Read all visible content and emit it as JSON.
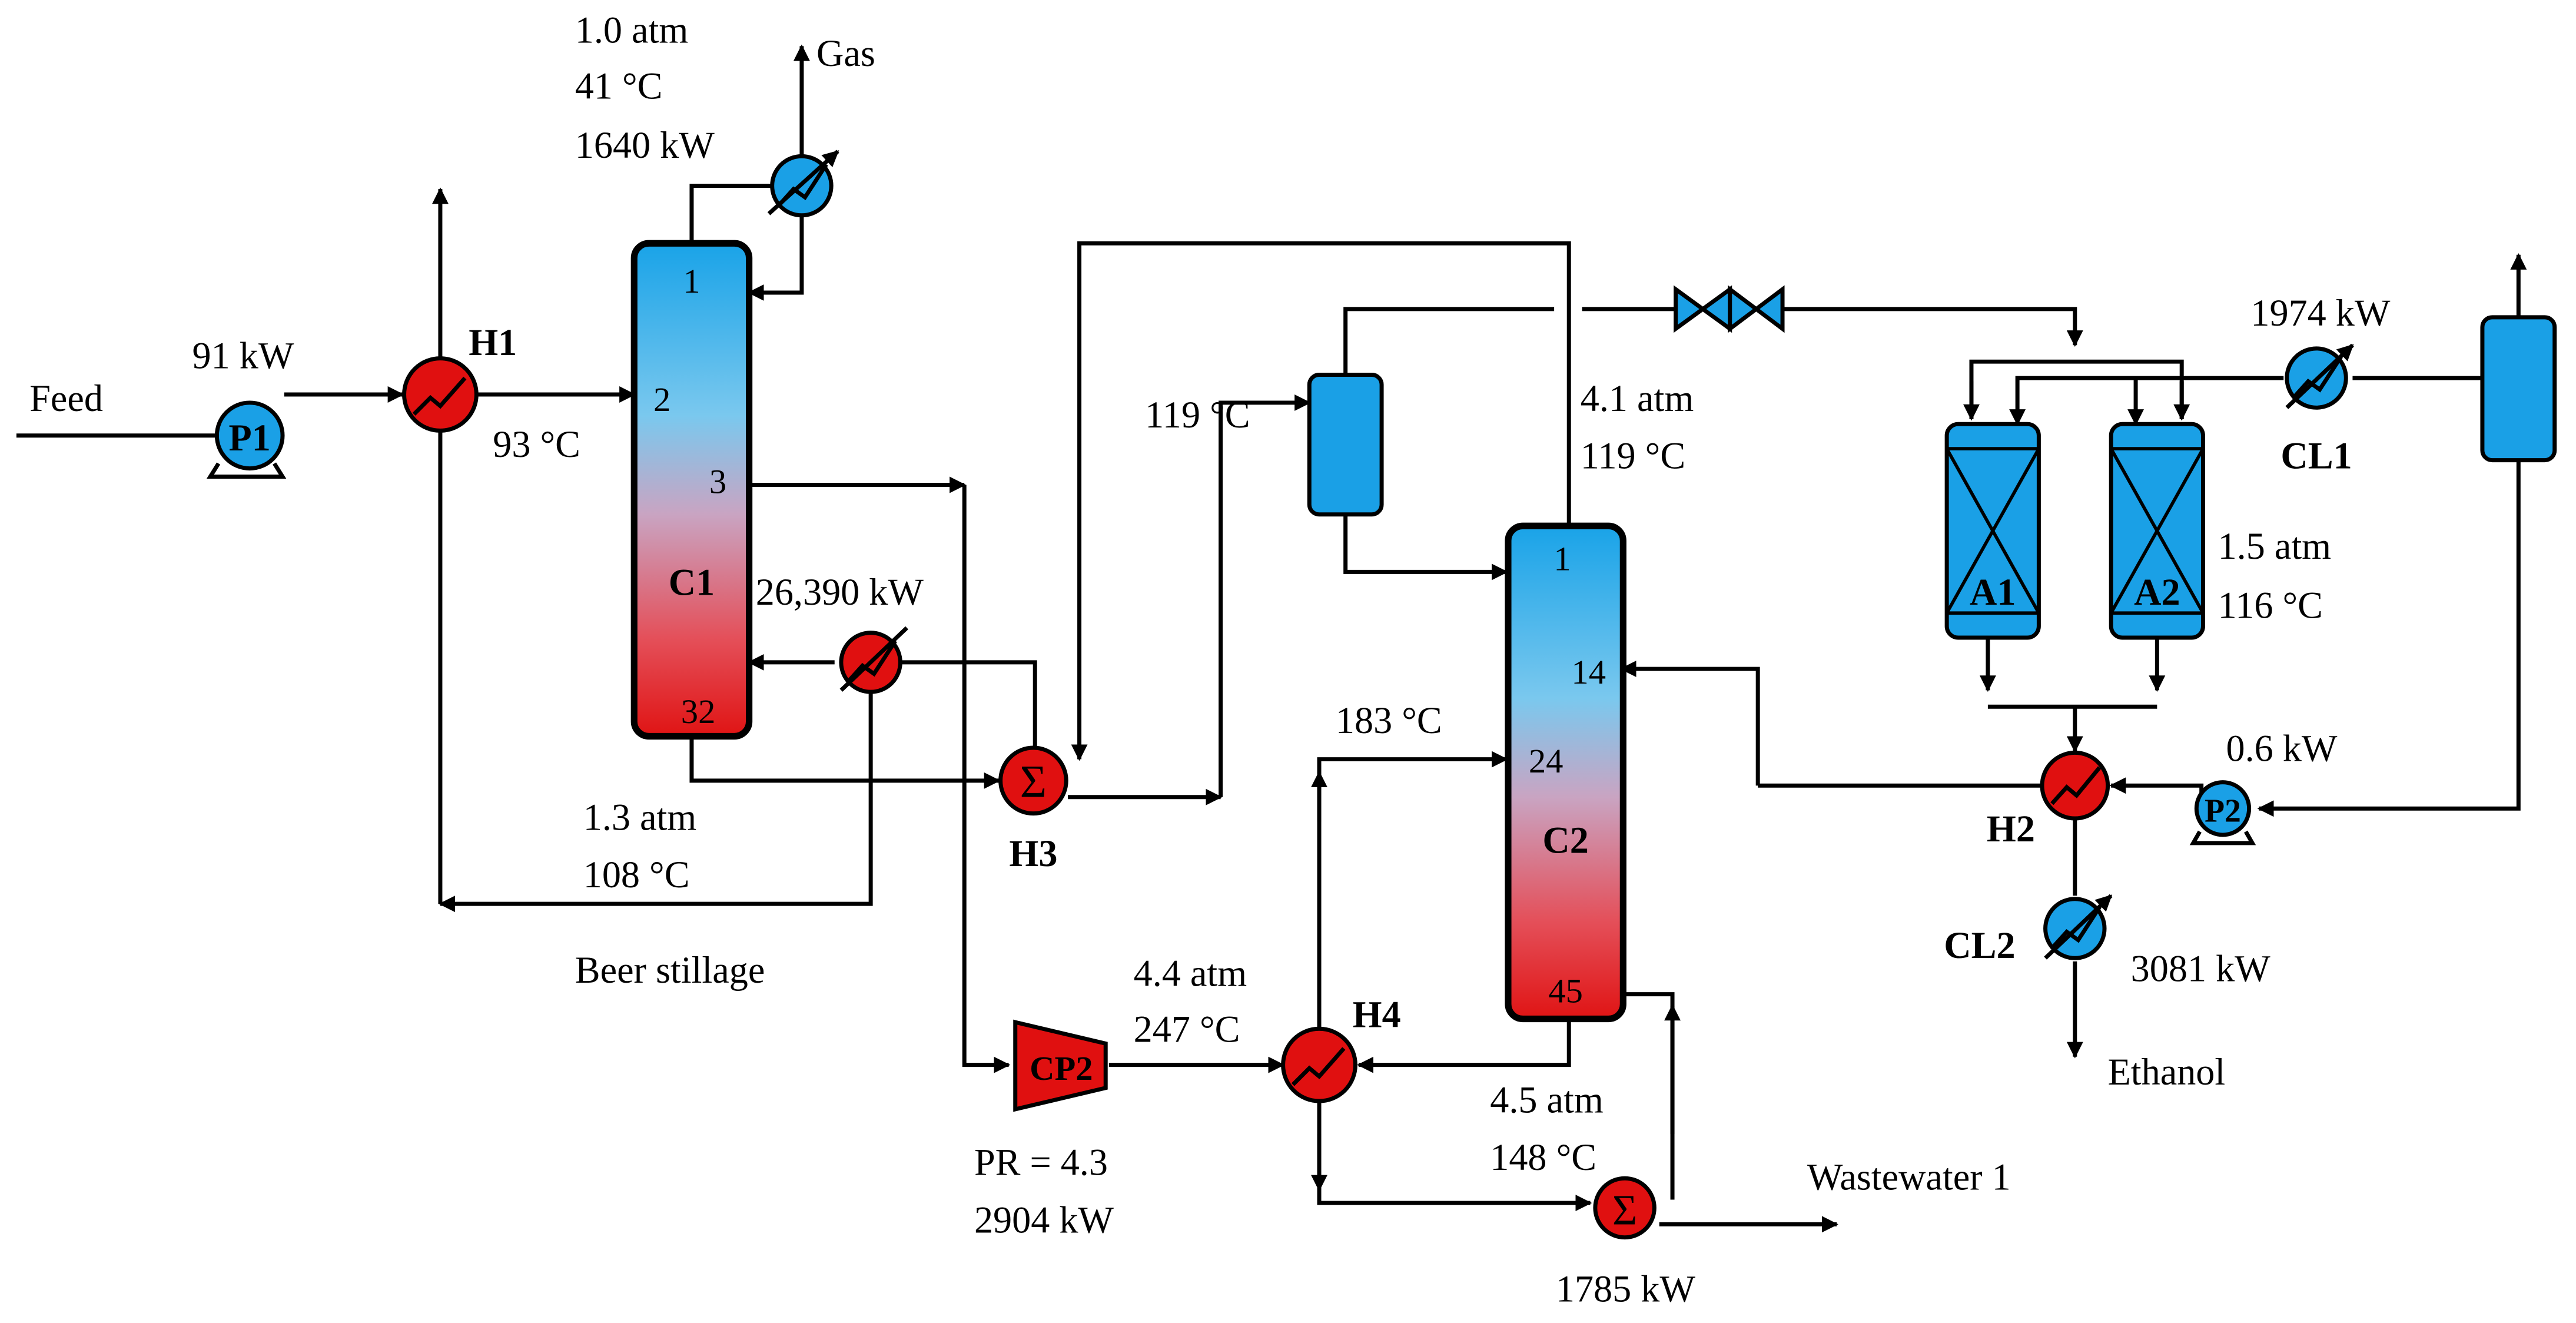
{
  "colors": {
    "cold": "#1aa0e6",
    "hot": "#e01010",
    "mid": "#c8a0c0",
    "line": "#000000"
  },
  "streams": {
    "feed": "Feed",
    "gas": "Gas",
    "beer_stillage": "Beer stillage",
    "ethanol": "Ethanol",
    "wastewater": "Wastewater 1"
  },
  "units": {
    "p1": "P1",
    "p2": "P2",
    "h1": "H1",
    "h2": "H2",
    "h3": "H3",
    "h4": "H4",
    "c1": "C1",
    "c2": "C2",
    "cp2": "CP2",
    "cl1": "CL1",
    "cl2": "CL2",
    "a1": "A1",
    "a2": "A2"
  },
  "c1_stages": [
    "1",
    "2",
    "3",
    "32"
  ],
  "c2_stages": [
    "1",
    "14",
    "24",
    "45"
  ],
  "conditions": {
    "p1_power": "91 kW",
    "h1_out_temp": "93 °C",
    "c1_top_pressure": "1.0 atm",
    "c1_top_temp": "41 °C",
    "c1_condenser_duty": "1640 kW",
    "c1_reboiler_duty": "26,390 kW",
    "c1_bottom_pressure": "1.3 atm",
    "c1_bottom_temp": "108 °C",
    "flash_temp": "119 °C",
    "c2_top_pressure": "4.1 atm",
    "c2_top_temp": "119 °C",
    "c2_feed_temp": "183 °C",
    "cp2_out_pressure": "4.4 atm",
    "cp2_out_temp": "247 °C",
    "cp2_pr": "PR = 4.3",
    "cp2_power": "2904 kW",
    "c2_bottom_pressure": "4.5 atm",
    "c2_bottom_temp": "148 °C",
    "ww_cooler_duty": "1785 kW",
    "cl1_duty": "1974 kW",
    "adsorber_pressure": "1.5 atm",
    "adsorber_temp": "116 °C",
    "p2_power": "0.6 kW",
    "cl2_duty": "3081 kW"
  }
}
